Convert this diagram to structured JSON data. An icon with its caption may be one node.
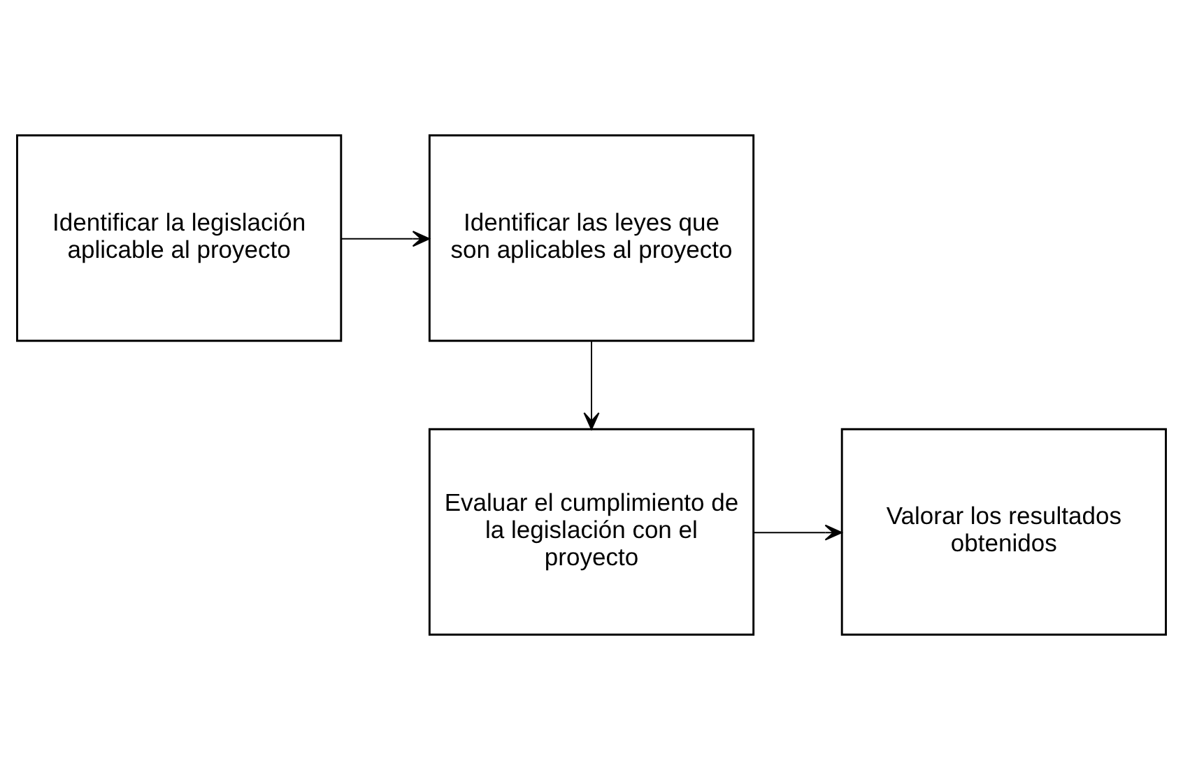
{
  "diagram": {
    "nodes": [
      {
        "text": [
          "Identificar la legislación aplicable al proyecto"
        ]
      },
      {
        "text": [
          "Identificar las leyes que son aplicables al proyecto"
        ]
      },
      {
        "text": [
          "Evaluar el cumplimiento de la legislación con el proyecto"
        ]
      },
      {
        "text": [
          "Valorar los resultados obtenidos"
        ]
      }
    ],
    "edges": [
      {
        "from": 0,
        "to": 1,
        "arrow": "to"
      },
      {
        "from": 1,
        "to": 2,
        "arrow": "to"
      },
      {
        "from": 2,
        "to": 3,
        "arrow": "to"
      }
    ]
  }
}
